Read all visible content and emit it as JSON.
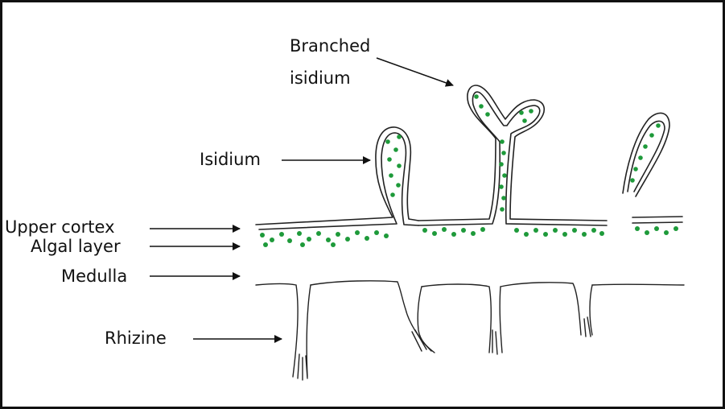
{
  "labels": {
    "branched_isidium_line1": "Branched",
    "branched_isidium_line2": "isidium",
    "isidium": "Isidium",
    "upper_cortex": "Upper cortex",
    "algal_layer": "Algal layer",
    "medulla": "Medulla",
    "rhizine": "Rhizine"
  },
  "colors": {
    "outline": "#222222",
    "algae": "#1e9a3a",
    "text": "#111111"
  }
}
